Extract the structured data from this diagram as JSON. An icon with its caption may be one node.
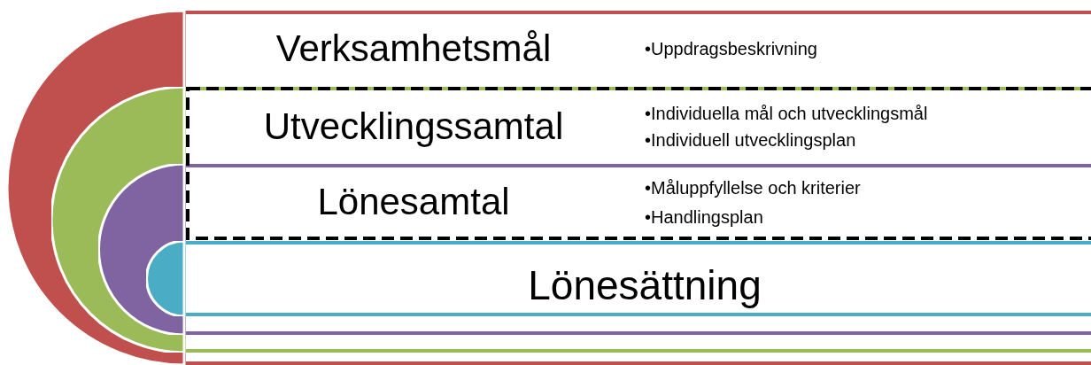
{
  "diagram": {
    "nodes": [
      {
        "text": [
          "Verksamhetsmål",
          "•Uppdragsbeskrivning"
        ]
      },
      {
        "text": [
          "Utvecklingssamtal",
          "•Individuella mål och utvecklingsmål",
          "•Individuell utvecklingsplan"
        ],
        "in": 0
      },
      {
        "text": [
          "Lönesamtal",
          "•Måluppfyllelse och kriterier",
          "•Handlingsplan"
        ],
        "in": 1
      },
      {
        "text": [
          "Lönesättning"
        ],
        "in": 2
      }
    ]
  }
}
